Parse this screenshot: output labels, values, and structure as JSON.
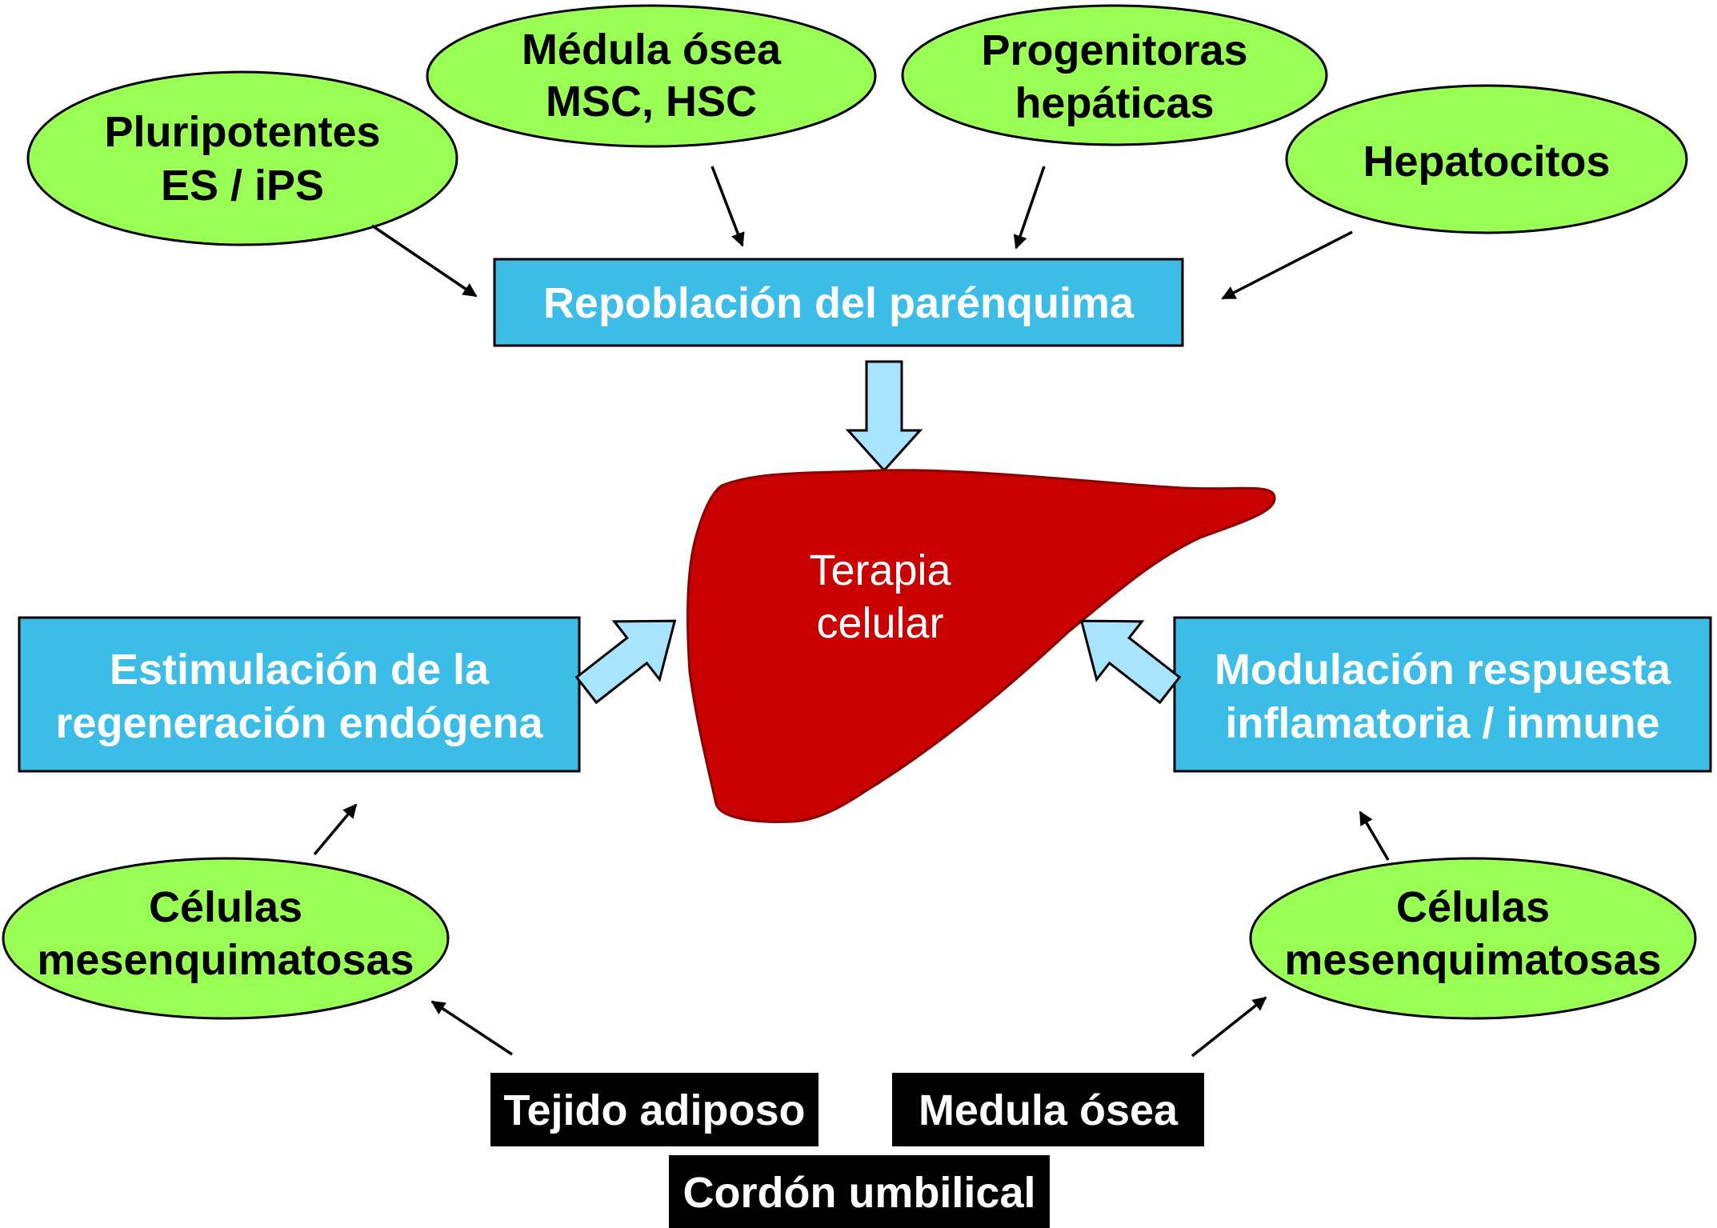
{
  "colors": {
    "ellipse_fill": "#99ff55",
    "box_fill": "#3cbde8",
    "source_fill": "#000000",
    "liver_fill": "#c80000",
    "block_arrow_fill": "#a6e4ff"
  },
  "top_sources": [
    {
      "line1": "Pluripotentes",
      "line2": "ES / iPS"
    },
    {
      "line1": "Médula ósea",
      "line2": "MSC, HSC"
    },
    {
      "line1": "Progenitoras",
      "line2": "hepáticas"
    },
    {
      "line1": "Hepatocitos",
      "line2": ""
    }
  ],
  "mechanisms": {
    "repoblacion": {
      "line1": "Repoblación del parénquima"
    },
    "estimulacion": {
      "line1": "Estimulación de la",
      "line2": "regeneración endógena"
    },
    "modulacion": {
      "line1": "Modulación respuesta",
      "line2": "inflamatoria / inmune"
    }
  },
  "center": {
    "line1": "Terapia",
    "line2": "celular"
  },
  "mesenchymal": {
    "left": {
      "line1": "Células",
      "line2": "mesenquimatosas"
    },
    "right": {
      "line1": "Células",
      "line2": "mesenquimatosas"
    }
  },
  "tissue_sources": {
    "adiposo": "Tejido adiposo",
    "medula": "Medula ósea",
    "cordon": "Cordón umbilical"
  }
}
